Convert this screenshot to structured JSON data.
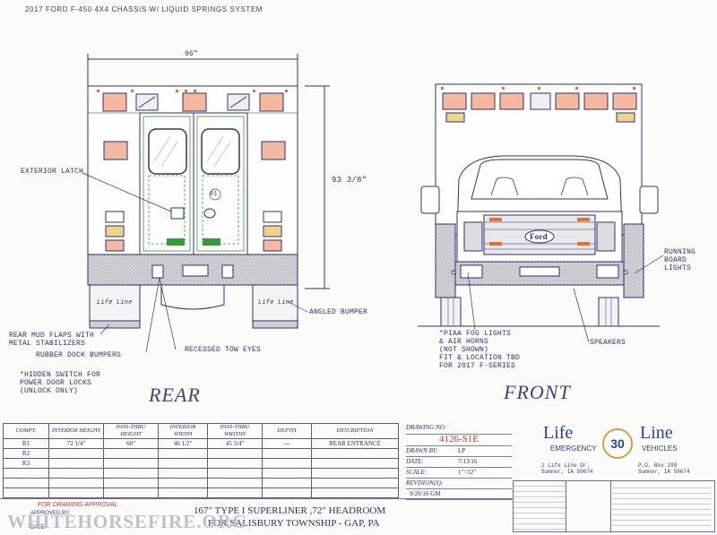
{
  "header": {
    "title": "2017 FORD F-450 4X4 CHASSIS W/ LIQUID SPRINGS SYSTEM"
  },
  "rear": {
    "width_dim": "96\"",
    "height_dim": "93 3/8\"",
    "view_label": "REAR",
    "callouts": {
      "exterior_latch": "EXTERIOR LATCH",
      "mud_flaps": [
        "REAR MUD FLAPS WITH",
        "METAL STABILIZERS"
      ],
      "dock_bumpers": "RUBBER DOCK BUMPERS",
      "tow_eyes": "RECESSED TOW EYES",
      "angled_bumper": "ANGLED BUMPER",
      "hidden_switch": [
        "*HIDDEN SWITCH FOR",
        "POWER DOOR LOCKS",
        "(UNLOCK ONLY)"
      ],
      "r1": "R1"
    },
    "mudflap_text": "Life Line"
  },
  "front": {
    "view_label": "FRONT",
    "grille_badge": "Ford",
    "callouts": {
      "running_lights": [
        "RUNNING",
        "BOARD",
        "LIGHTS"
      ],
      "fog_lights": [
        "*PIAA FOG LIGHTS",
        "& AIR HORNS",
        "(NOT SHOWN)",
        "FIT & LOCATION TBD",
        "FOR 2017 F-SERIES"
      ],
      "speakers": "SPEAKERS"
    }
  },
  "spec_table": {
    "headers": [
      "COMPT.",
      "INTERIOR HEIGHT",
      "PASS-THRU HEIGHT",
      "INTERIOR WIDTH",
      "PASS-THRU WIDTHS",
      "DEPTH",
      "DESCRIPTION"
    ],
    "rows": [
      [
        "R1",
        "72 1/4\"",
        "60\"",
        "46 1/2\"",
        "45 3/4\"",
        "---",
        "REAR ENTRANCE"
      ],
      [
        "R2",
        "",
        "",
        "",
        "",
        "",
        ""
      ],
      [
        "R3",
        "",
        "",
        "",
        "",
        "",
        ""
      ]
    ]
  },
  "drawing": {
    "no_label": "DRAWING NO:",
    "no_value": "4126-S1E",
    "drawn_by_label": "DRAWN BY:",
    "drawn_by_value": "LP",
    "date_label": "DATE:",
    "date_value": "7/13/16",
    "scale_label": "SCALE:",
    "scale_value": "1\"=32\"",
    "revisions_label": "REVISION(S):",
    "revisions_value": "9/20/16 GM"
  },
  "company": {
    "name_left": "Life",
    "name_right": "Line",
    "sub_left": "EMERGENCY",
    "sub_right": "VEHICLES",
    "badge": "30",
    "addr_left": [
      "1 Life Line Dr.",
      "Sumner, IA 50674"
    ],
    "addr_right": [
      "P.O. Box 299",
      "Sumner, IA 50674"
    ],
    "colors": {
      "blue": "#2a3f9a",
      "gold": "#c8a34a"
    }
  },
  "footer": {
    "approval": "FOR DRAWING APPROVAL",
    "approved_by": "APPROVED BY:",
    "date": "DATE:",
    "line1": "167\" TYPE I  SUPERLINER ,72\" HEADROOM",
    "line2": "FOR SALISBURY TOWNSHIP - GAP, PA"
  },
  "watermark": "WHITEHORSEFIRE.ORG"
}
